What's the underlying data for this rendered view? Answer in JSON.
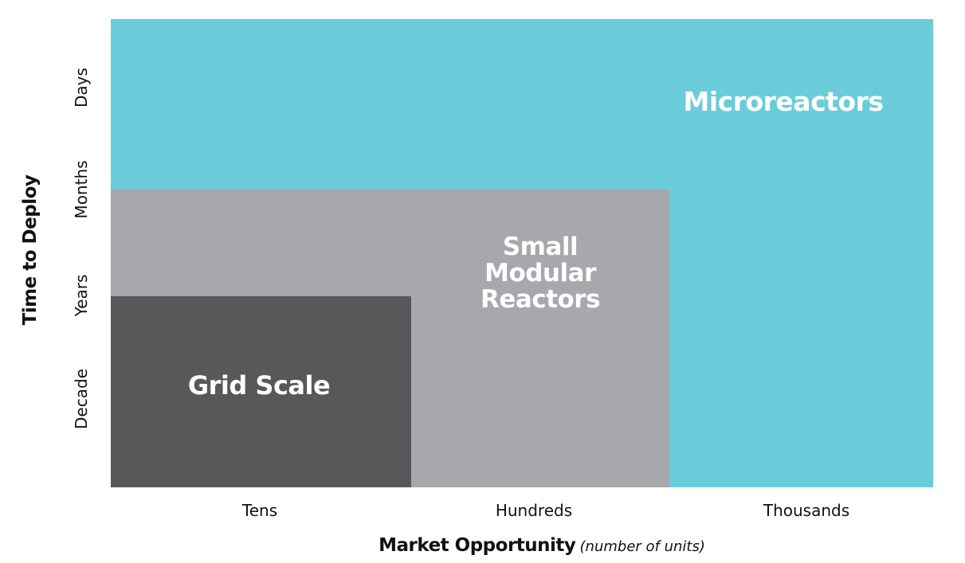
{
  "colors": {
    "microreactors": "#6bccd9",
    "small_modular_reactors": "#a7a8ab",
    "grid_scale": "#58585a",
    "label_text": "#ffffff",
    "axis_text": "#111111"
  },
  "regions": {
    "microreactors": {
      "label": "Microreactors"
    },
    "small_modular_reactors": {
      "label_lines": [
        "Small",
        "Modular",
        "Reactors"
      ]
    },
    "grid_scale": {
      "label": "Grid Scale"
    }
  },
  "x_axis": {
    "ticks": [
      "Tens",
      "Hundreds",
      "Thousands"
    ],
    "title": "Market Opportunity",
    "title_note": "(number of units)"
  },
  "y_axis": {
    "ticks": [
      "Days",
      "Months",
      "Years",
      "Decade"
    ],
    "title": "Time to Deploy"
  }
}
